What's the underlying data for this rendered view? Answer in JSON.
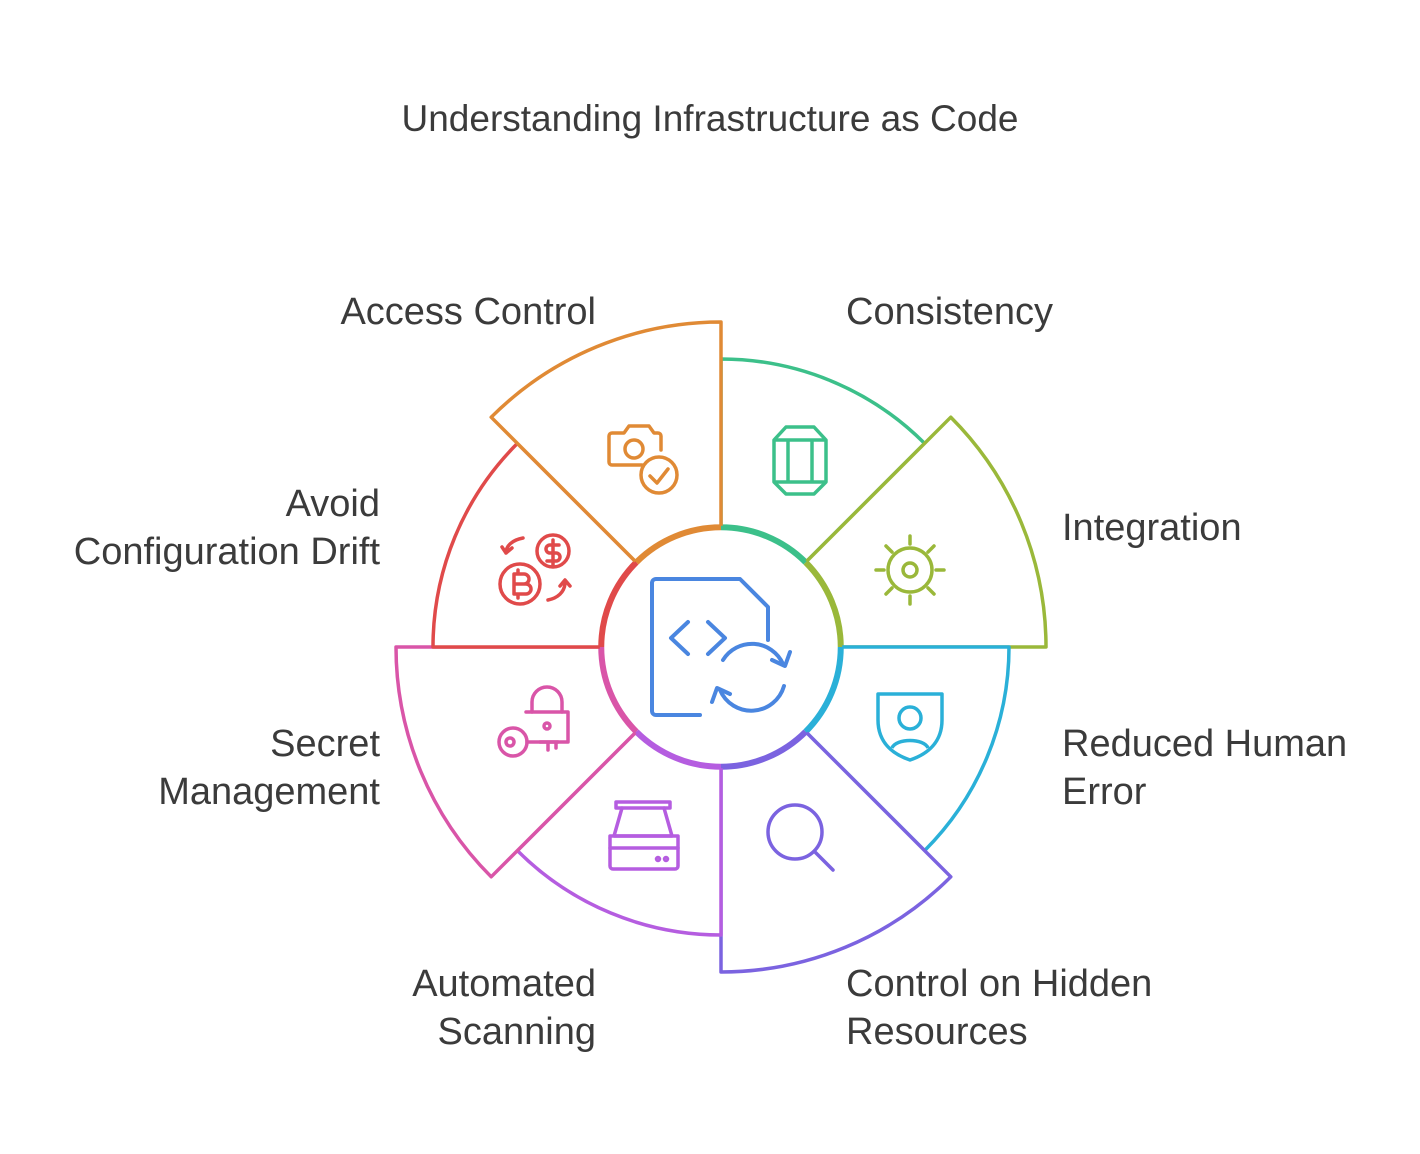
{
  "title": "Understanding Infrastructure as Code",
  "center": {
    "icon": "code-file-sync-icon",
    "color": "#4a86e0"
  },
  "segments": [
    {
      "id": "consistency",
      "lines": [
        "Consistency"
      ],
      "icon": "prism-icon",
      "color": "#3cc08a"
    },
    {
      "id": "integration",
      "lines": [
        "Integration"
      ],
      "icon": "gear-sun-icon",
      "color": "#9ab83a"
    },
    {
      "id": "reduced-human-error",
      "lines": [
        "Reduced Human",
        "Error"
      ],
      "icon": "user-shield-icon",
      "color": "#2ab0d8"
    },
    {
      "id": "control-on-hidden-resources",
      "lines": [
        "Control on Hidden",
        "Resources"
      ],
      "icon": "magnifier-icon",
      "color": "#7b63e0"
    },
    {
      "id": "automated-scanning",
      "lines": [
        "Automated",
        "Scanning"
      ],
      "icon": "scanner-icon",
      "color": "#b55de0"
    },
    {
      "id": "secret-management",
      "lines": [
        "Secret",
        "Management"
      ],
      "icon": "key-lock-icon",
      "color": "#d955a8"
    },
    {
      "id": "avoid-configuration-drift",
      "lines": [
        "Avoid",
        "Configuration Drift"
      ],
      "icon": "currency-exchange-icon",
      "color": "#e04a4a"
    },
    {
      "id": "access-control",
      "lines": [
        "Access Control"
      ],
      "icon": "camera-check-icon",
      "color": "#e08a35"
    }
  ]
}
